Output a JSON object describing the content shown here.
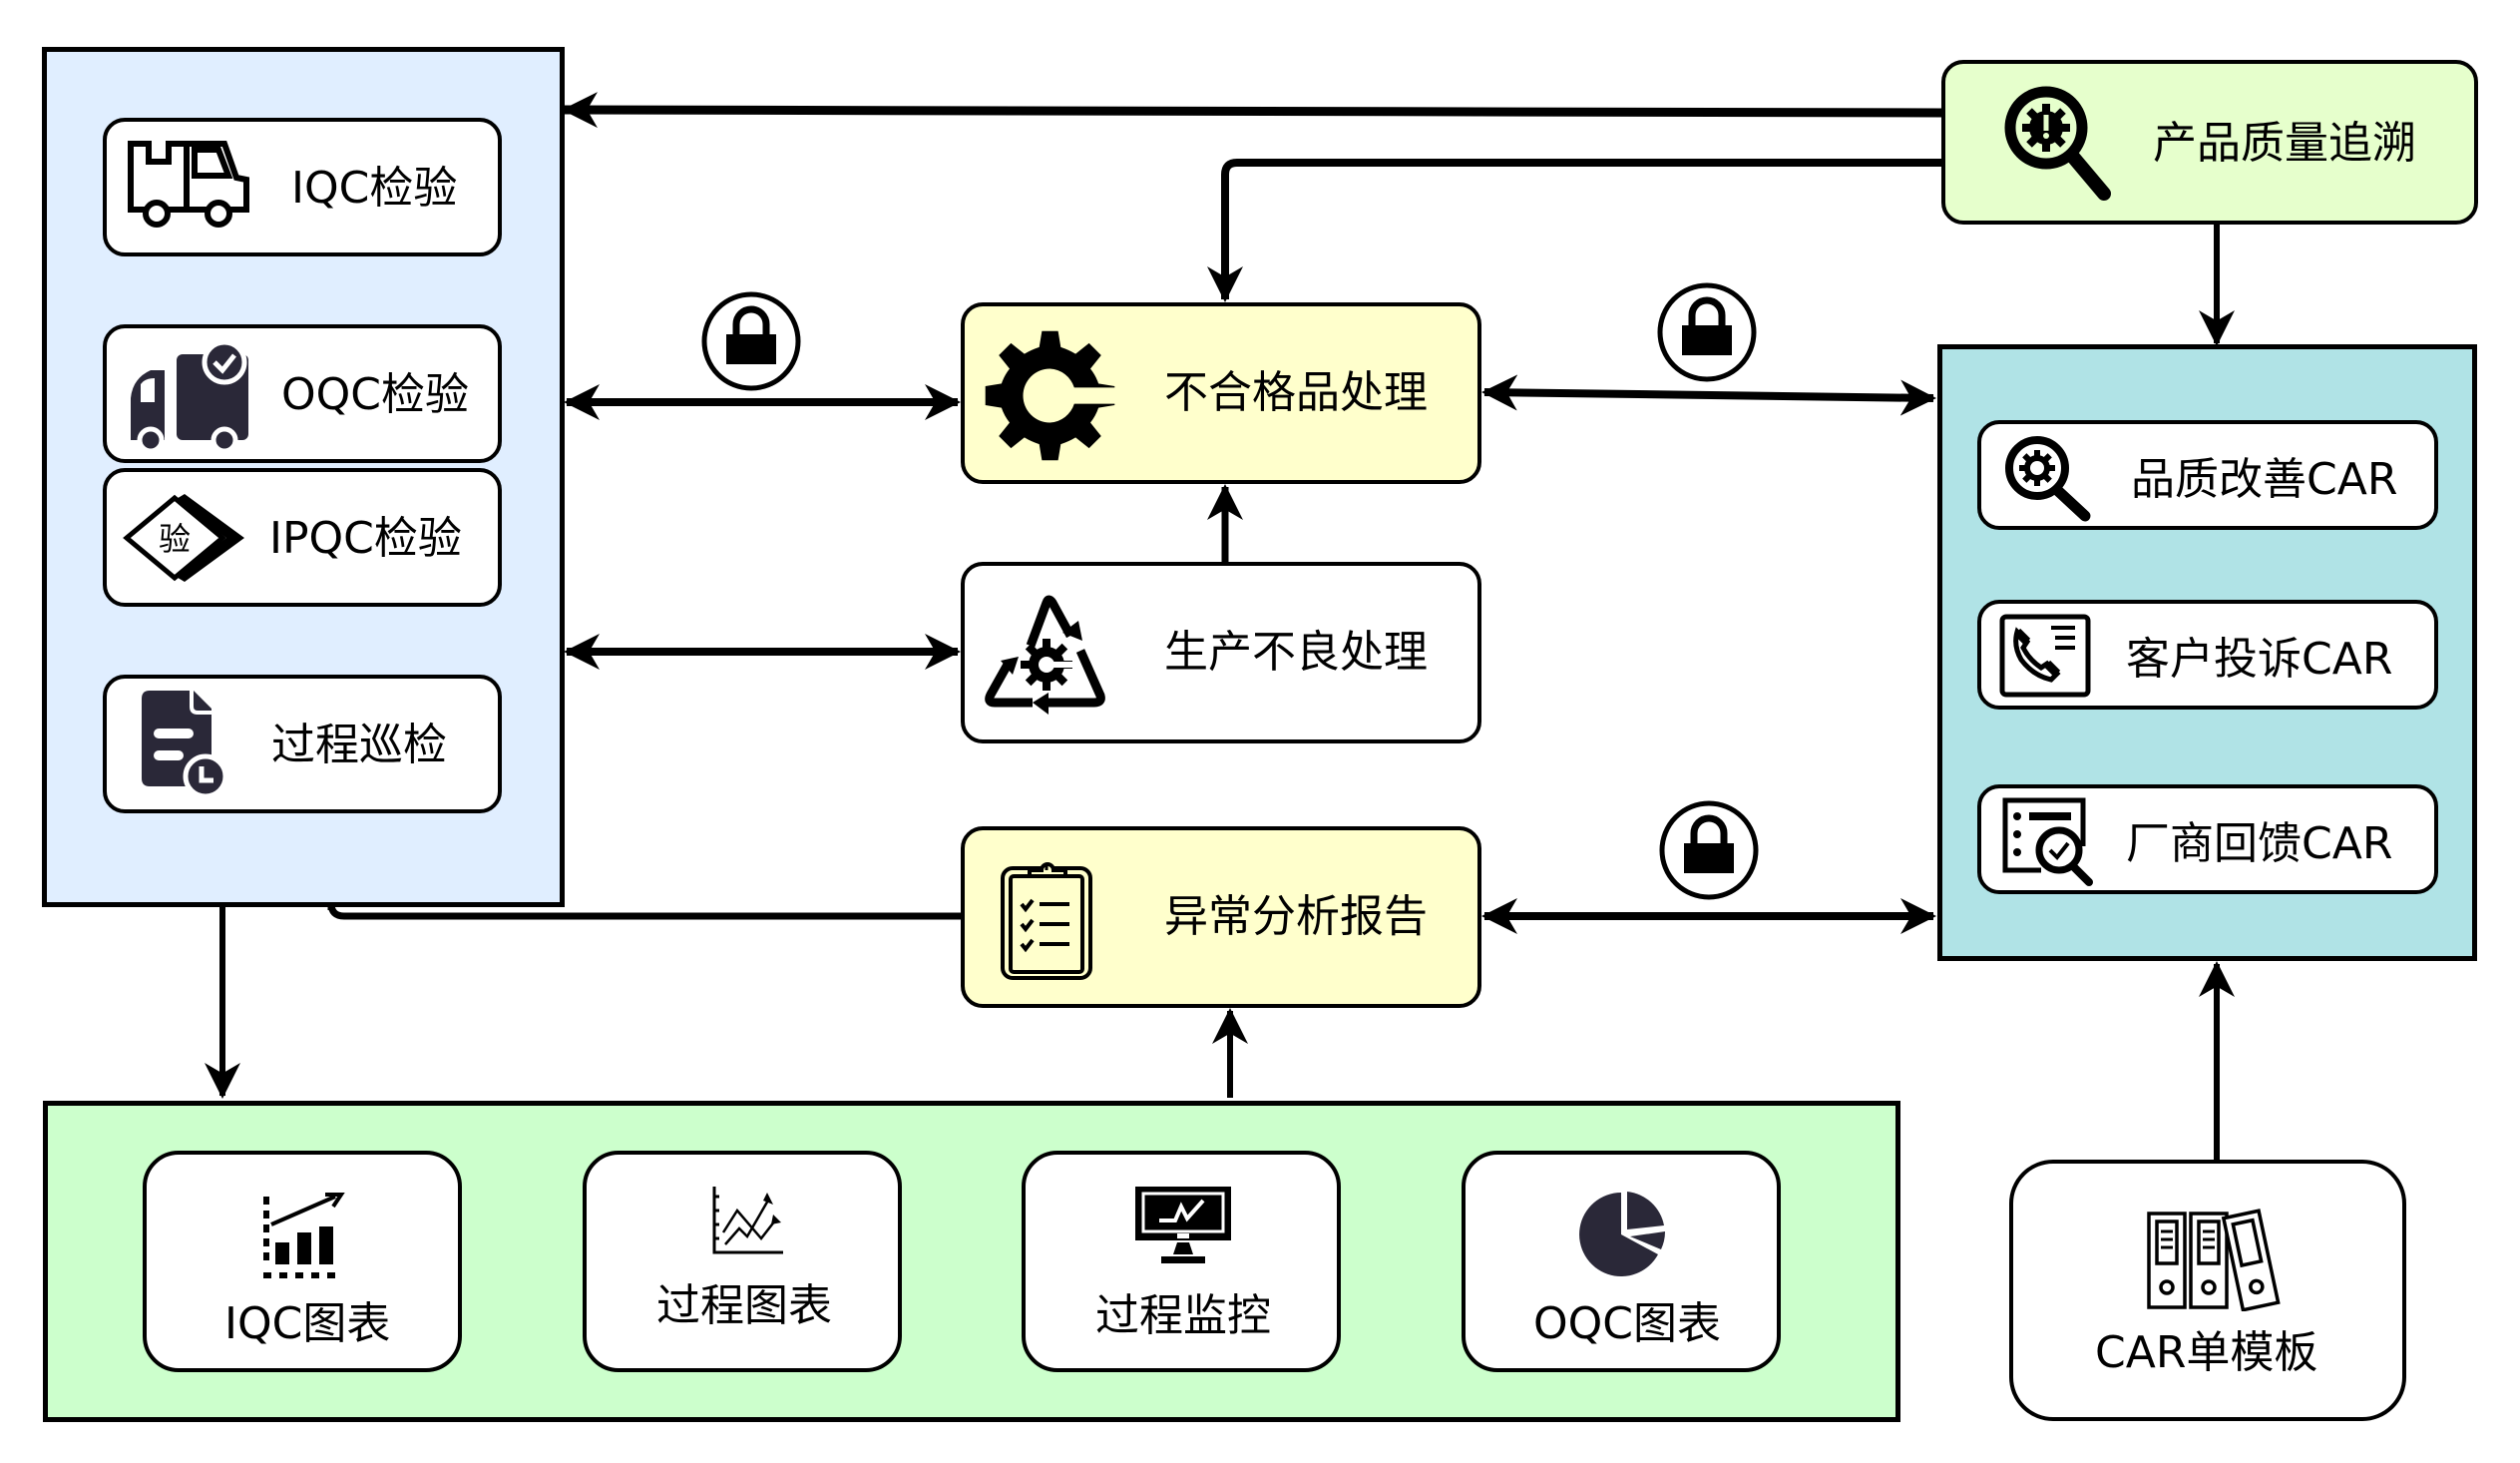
{
  "diagram": {
    "colors": {
      "inspection_panel": "#E0EEFF",
      "car_panel": "#B0E3E6",
      "trace_box": "#E6FFCC",
      "chart_panel": "#CCFFCC",
      "process_box": "#FFFFCC",
      "icon_dark": "#2A2838",
      "line": "#000000"
    },
    "inspection_panel": {
      "items": [
        {
          "label": "IQC检验",
          "icon": "delivery-truck-outline-icon"
        },
        {
          "label": "OQC检验",
          "icon": "truck-checked-icon"
        },
        {
          "label": "IPQC检验",
          "icon": "inspection-diamond-icon",
          "icon_text": "验"
        },
        {
          "label": "过程巡检",
          "icon": "document-clock-icon"
        }
      ]
    },
    "process": {
      "nonconforming": {
        "label": "不合格品处理",
        "icon": "gear-icon"
      },
      "production_defect": {
        "label": "生产不良处理",
        "icon": "recycle-gear-icon"
      },
      "abnormal_report": {
        "label": "异常分析报告",
        "icon": "clipboard-checklist-icon"
      }
    },
    "trace": {
      "label": "产品质量追溯",
      "icon": "search-gear-alert-icon"
    },
    "car_panel": {
      "items": [
        {
          "label": "品质改善CAR",
          "icon": "search-gear-icon"
        },
        {
          "label": "客户投诉CAR",
          "icon": "phone-call-icon"
        },
        {
          "label": "厂商回馈CAR",
          "icon": "report-search-check-icon"
        }
      ]
    },
    "chart_panel": {
      "items": [
        {
          "label": "IQC图表",
          "icon": "bar-chart-growth-icon"
        },
        {
          "label": "过程图表",
          "icon": "line-chart-icon"
        },
        {
          "label": "过程监控",
          "icon": "monitor-chart-icon"
        },
        {
          "label": "OQC图表",
          "icon": "pie-chart-icon"
        }
      ]
    },
    "car_template": {
      "label": "CAR单模板",
      "icon": "binders-icon"
    },
    "locks": [
      {
        "name": "lock-inspection-nonconforming",
        "icon": "lock-icon"
      },
      {
        "name": "lock-nonconforming-car",
        "icon": "lock-icon"
      },
      {
        "name": "lock-report-car",
        "icon": "lock-icon"
      }
    ]
  }
}
